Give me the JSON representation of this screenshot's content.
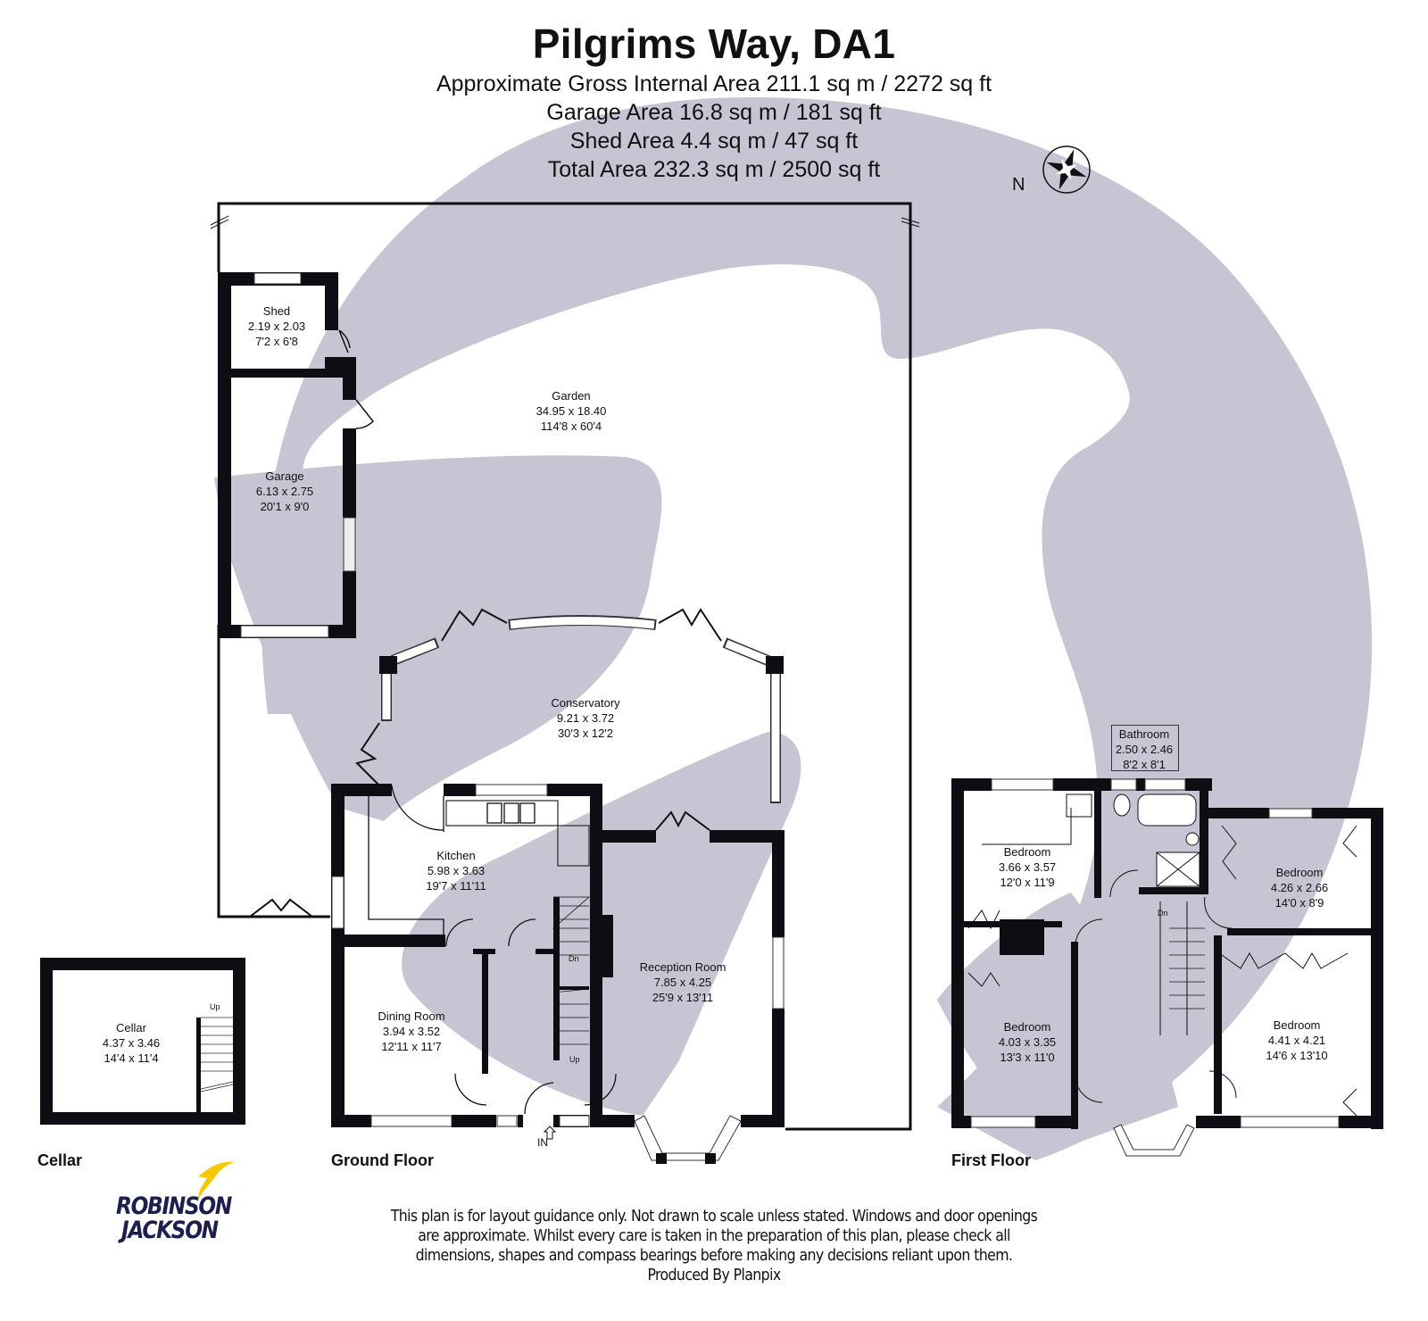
{
  "header": {
    "title": "Pilgrims Way, DA1",
    "areas": [
      "Approximate Gross Internal Area 211.1 sq m / 2272 sq ft",
      "Garage Area 16.8 sq m / 181 sq ft",
      "Shed Area 4.4 sq m / 47 sq ft",
      "Total Area 232.3 sq m / 2500 sq ft"
    ]
  },
  "compass": {
    "label": "N",
    "icon": "compass-rose-icon"
  },
  "colors": {
    "wall": "#0d0d14",
    "watermark": "#c6c5d3",
    "logo_text": "#1c1f4e",
    "logo_bird": "#f5c800"
  },
  "rooms": {
    "shed": {
      "name": "Shed",
      "metric": "2.19 x 2.03",
      "imperial": "7'2 x 6'8"
    },
    "garage": {
      "name": "Garage",
      "metric": "6.13 x 2.75",
      "imperial": "20'1 x 9'0"
    },
    "garden": {
      "name": "Garden",
      "metric": "34.95 x 18.40",
      "imperial": "114'8 x 60'4"
    },
    "conservatory": {
      "name": "Conservatory",
      "metric": "9.21 x 3.72",
      "imperial": "30'3 x 12'2"
    },
    "kitchen": {
      "name": "Kitchen",
      "metric": "5.98 x 3.63",
      "imperial": "19'7 x 11'11"
    },
    "reception": {
      "name": "Reception Room",
      "metric": "7.85 x 4.25",
      "imperial": "25'9 x 13'11"
    },
    "dining": {
      "name": "Dining Room",
      "metric": "3.94 x 3.52",
      "imperial": "12'11 x 11'7"
    },
    "cellar": {
      "name": "Cellar",
      "metric": "4.37 x 3.46",
      "imperial": "14'4 x 11'4"
    },
    "bathroom": {
      "name": "Bathroom",
      "metric": "2.50 x 2.46",
      "imperial": "8'2 x 8'1"
    },
    "bedroom1": {
      "name": "Bedroom",
      "metric": "3.66 x 3.57",
      "imperial": "12'0 x 11'9"
    },
    "bedroom2": {
      "name": "Bedroom",
      "metric": "4.26 x 2.66",
      "imperial": "14'0 x 8'9"
    },
    "bedroom3": {
      "name": "Bedroom",
      "metric": "4.03 x 3.35",
      "imperial": "13'3 x 11'0"
    },
    "bedroom4": {
      "name": "Bedroom",
      "metric": "4.41 x 4.21",
      "imperial": "14'6 x 13'10"
    }
  },
  "stair_labels": {
    "ground_dn": "Dn",
    "ground_up": "Up",
    "cellar_up": "Up",
    "first_dn": "Dn"
  },
  "entrance_label": "IN",
  "floors": {
    "cellar": "Cellar",
    "ground": "Ground Floor",
    "first": "First Floor"
  },
  "logo": {
    "line1": "ROBINSON",
    "line2": "JACKSON"
  },
  "disclaimer": [
    "This plan is for layout guidance only. Not drawn to scale unless stated. Windows and door openings",
    "are approximate. Whilst every care is taken in the preparation of this plan, please check all",
    "dimensions, shapes and compass bearings before making any decisions reliant upon them.",
    "Produced By Planpix"
  ]
}
